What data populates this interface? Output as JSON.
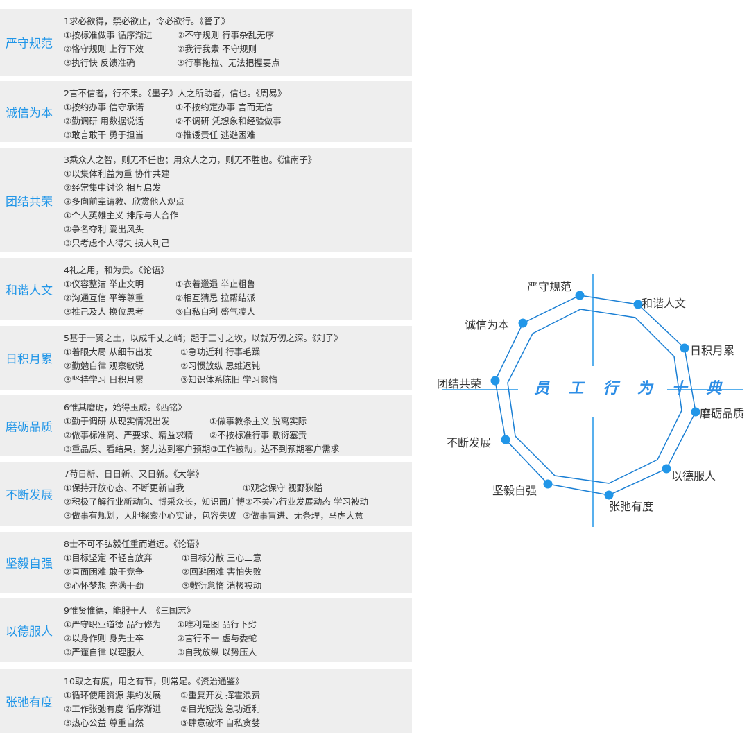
{
  "panels": [
    {
      "title": "严守规范",
      "quote": "1求必欲得，禁必欲止，令必欲行。《管子》",
      "rows": [
        [
          "①按标准做事 循序渐进",
          "②不守规则 行事杂乱无序"
        ],
        [
          "②恪守规则 上行下效",
          "②我行我素 不守规则"
        ],
        [
          "③执行快 反馈准确",
          "③行事拖拉、无法把握要点"
        ]
      ]
    },
    {
      "title": "诚信为本",
      "quote": "2言不信者，行不果。《墨子》人之所助者，信也。《周易》",
      "rows": [
        [
          "①按约办事 信守承诺",
          "①不按约定办事  言而无信"
        ],
        [
          "②勤调研 用数据说话",
          "②不调研 凭想象和经验做事"
        ],
        [
          "③敢言敢干 勇于担当",
          "③推诿责任 逃避困难"
        ]
      ]
    },
    {
      "title": "团结共荣",
      "quote": "3乘众人之智，则无不任也；用众人之力，则无不胜也。《淮南子》",
      "rows": [
        [
          "①以集体利益为重 协作共建"
        ],
        [
          "②经常集中讨论 相互启发"
        ],
        [
          "③多向前辈请教、欣赏他人观点"
        ],
        [
          "①个人英雄主义 排斥与人合作"
        ],
        [
          "②争名夺利 爱出风头"
        ],
        [
          "③只考虑个人得失 损人利己"
        ]
      ]
    },
    {
      "title": "和谐人文",
      "quote": "4礼之用，和为贵。《论语》",
      "rows": [
        [
          "①仪容整洁 举止文明",
          "①衣着邋遢 举止粗鲁"
        ],
        [
          "②沟通互信 平等尊重",
          "②相互猜忌 拉帮结派"
        ],
        [
          "③推己及人 换位思考",
          "③自私自利 盛气凌人"
        ]
      ]
    },
    {
      "title": "日积月累",
      "quote": "5基于一篑之土，以成千丈之峭；起于三寸之坎，以就万仞之深。《刘子》",
      "rows": [
        [
          "①着眼大局 从细节出发",
          "①急功近利 行事毛躁"
        ],
        [
          "②勤勉自律 观察敏锐",
          "②习惯放纵 思维迟钝"
        ],
        [
          "③坚持学习 日积月累",
          "③知识体系陈旧 学习怠惰"
        ]
      ]
    },
    {
      "title": "磨砺品质",
      "quote": "6惟其磨砺，始得玉成。《西铭》",
      "rows": [
        [
          "①勤于调研 从现实情况出发",
          "①做事教条主义 脱离实际"
        ],
        [
          "②做事标准高、严要求、精益求精",
          "②不按标准行事 敷衍塞责"
        ],
        [
          "③重品质、看结果，努力达到客户预期",
          "③工作被动，达不到预期客户需求"
        ]
      ]
    },
    {
      "title": "不断发展",
      "quote": "7苟日新、日日新、又日新。《大学》",
      "rows": [
        [
          "①保持开放心态、不断更新自我",
          "①观念保守 视野狭隘"
        ],
        [
          "②积极了解行业新动向、博采众长，知识面广博",
          "②不关心行业发展动态 学习被动"
        ],
        [
          "③做事有规划，大胆探索小心实证，包容失败",
          "③做事冒进、无条理，马虎大意"
        ]
      ]
    },
    {
      "title": "坚毅自强",
      "quote": "8士不可不弘毅任重而道远。《论语》",
      "rows": [
        [
          "①目标坚定 不轻言放弃",
          "①目标分散 三心二意"
        ],
        [
          "②直面困难 敢于竞争",
          "②回避困难 害怕失败"
        ],
        [
          "③心怀梦想 充满干劲",
          "③敷衍怠惰 消极被动"
        ]
      ]
    },
    {
      "title": "以德服人",
      "quote": "9惟贤惟德，能服于人。《三国志》",
      "rows": [
        [
          "①严守职业道德 品行修为",
          "①唯利是图 品行下劣"
        ],
        [
          "②以身作则 身先士卒",
          "②言行不一 虚与委蛇"
        ],
        [
          "③严谨自律 以理服人",
          "③自我放纵 以势压人"
        ]
      ]
    },
    {
      "title": "张弛有度",
      "quote": "10取之有度，用之有节，则常足。《资治通鉴》",
      "rows": [
        [
          "①循环使用资源  集约发展",
          "①重复开发 挥霍浪费"
        ],
        [
          "②工作张弛有度 循序渐进",
          "②目光短浅 急功近利"
        ],
        [
          "③热心公益 尊重自然",
          "③肆意破坏 自私贪婪"
        ]
      ]
    }
  ],
  "diagram": {
    "center_title": "员 工 行 为 十 典",
    "nodes": [
      "严守规范",
      "和谐人文",
      "日积月累",
      "磨砺品质",
      "以德服人",
      "张弛有度",
      "坚毅自强",
      "不断发展",
      "团结共荣",
      "诚信为本"
    ],
    "accent": "#1a7fd4",
    "dot": "#2196e8"
  }
}
